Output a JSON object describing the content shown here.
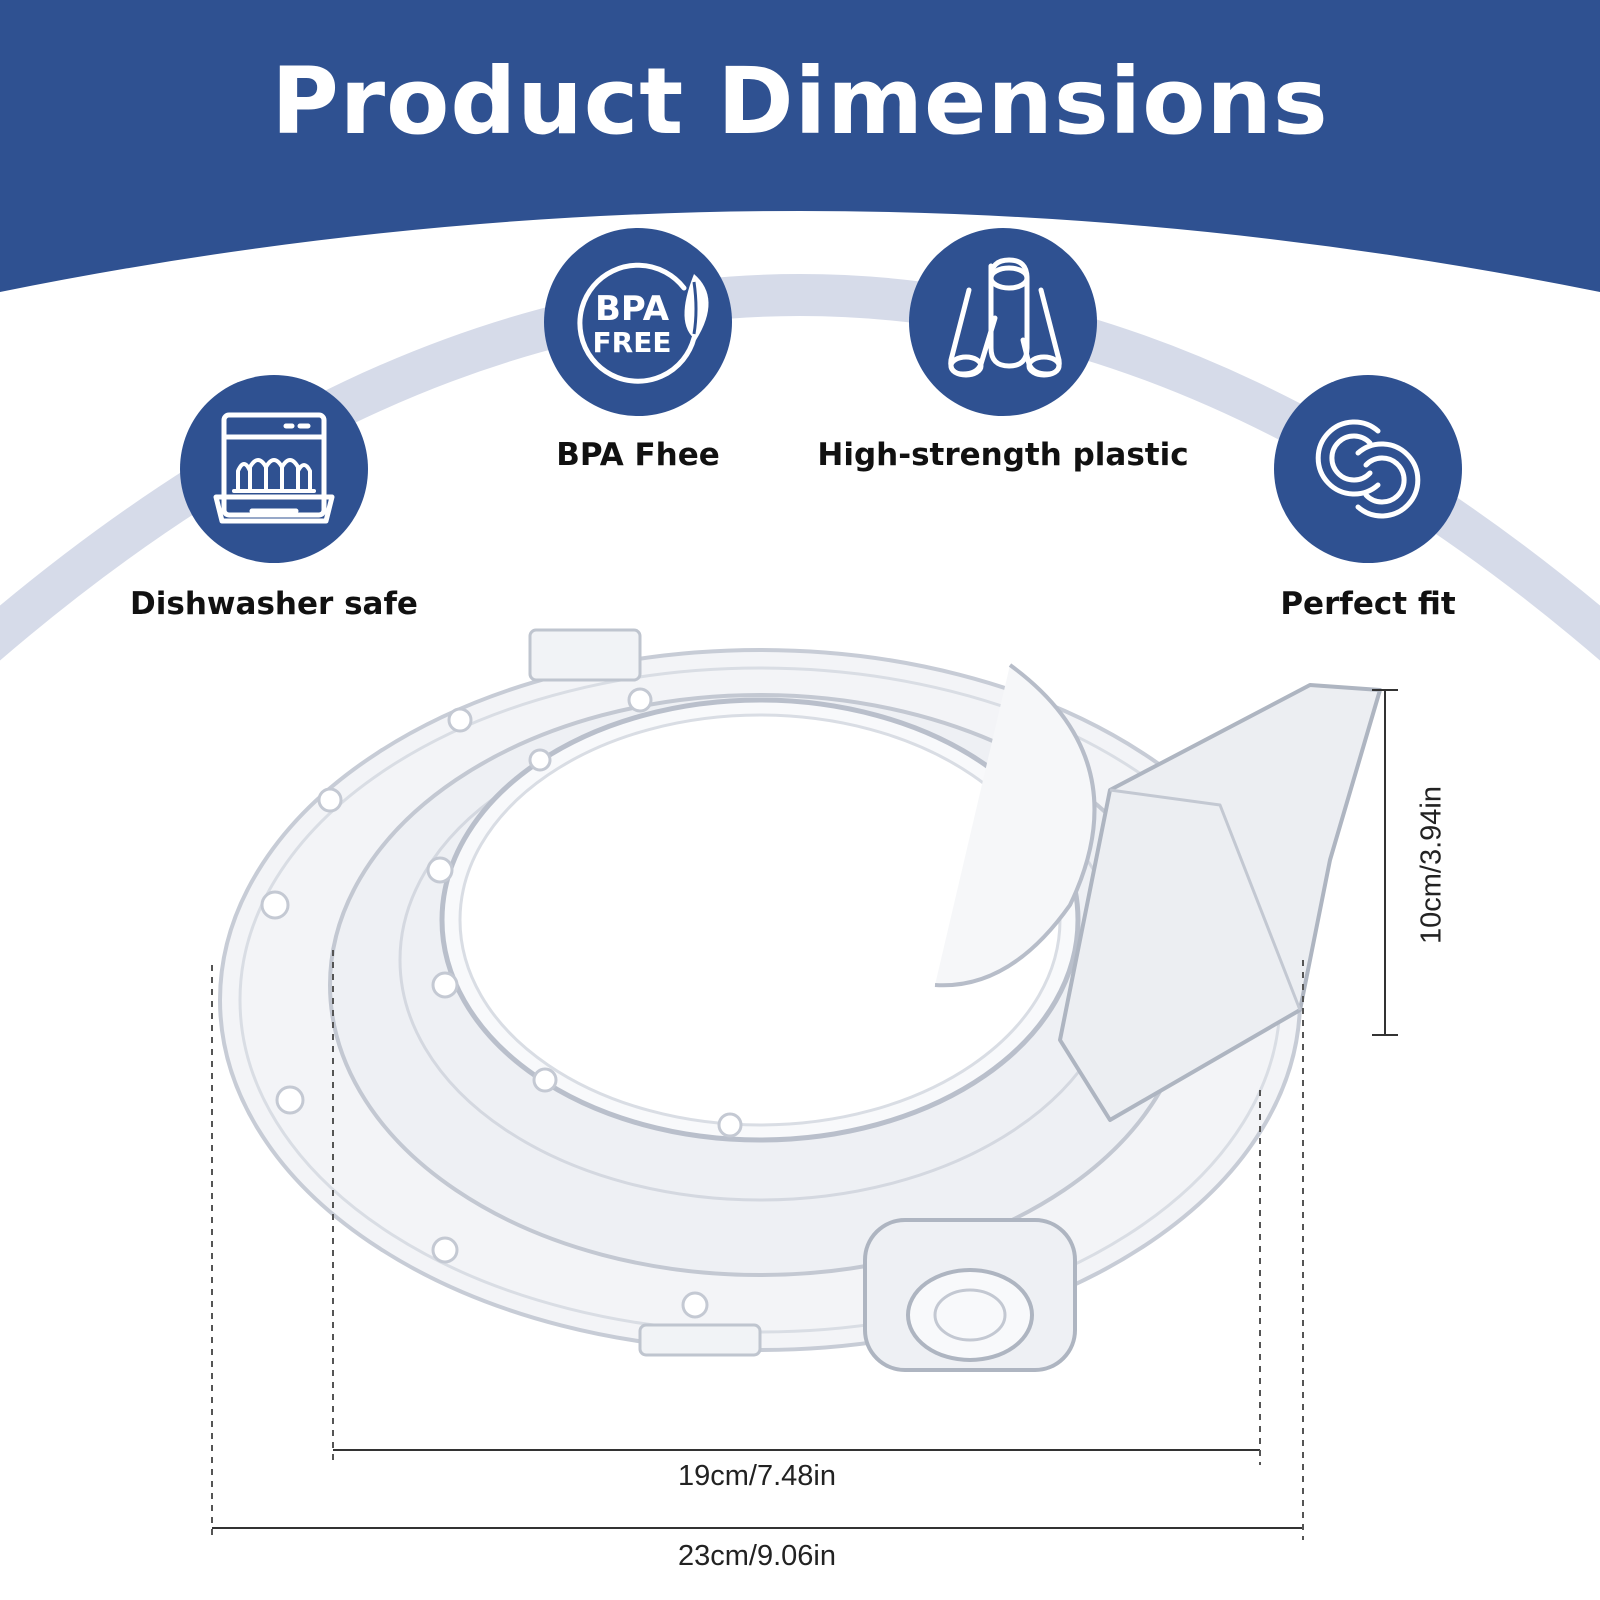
{
  "header": {
    "title": "Product Dimensions"
  },
  "colors": {
    "brand_blue": "#2f5191",
    "arc_light": "#d6dbe9",
    "background": "#ffffff"
  },
  "features": [
    {
      "label": "Dishwasher safe",
      "icon": "dishwasher-icon"
    },
    {
      "label": "BPA Fhee",
      "icon": "bpa-free-icon",
      "icon_text": [
        "BPA",
        "FREE"
      ]
    },
    {
      "label": "High-strength plastic",
      "icon": "plastic-rolls-icon"
    },
    {
      "label": "Perfect fit",
      "icon": "interlocking-rings-icon"
    }
  ],
  "dimensions": {
    "inner_width": "19cm/7.48in",
    "outer_width": "23cm/9.06in",
    "height": "10cm/3.94in"
  }
}
